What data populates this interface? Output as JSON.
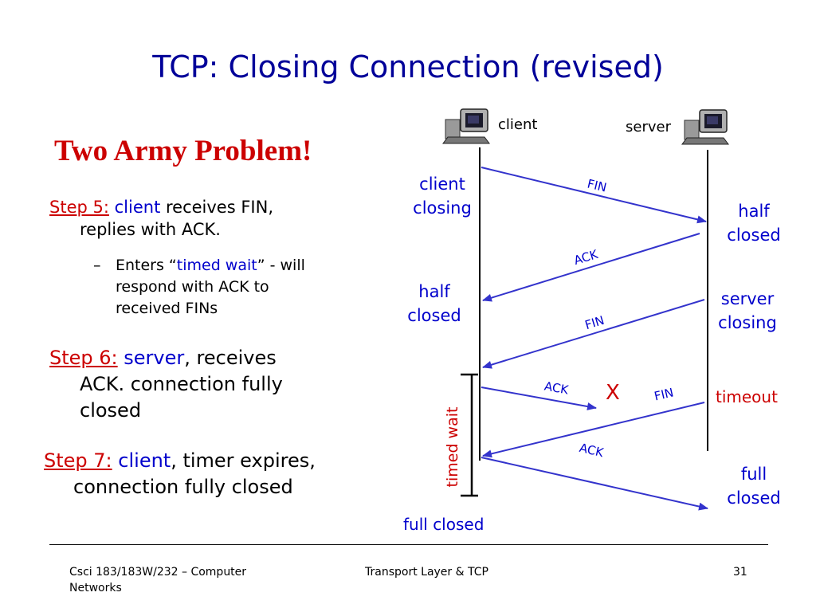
{
  "slide": {
    "title": "TCP: Closing Connection (revised)",
    "subtitle": "Two Army Problem!"
  },
  "steps": {
    "step5": {
      "label": "Step 5:",
      "who": "client",
      "rest_line1": " receives FIN,",
      "rest_line2": "replies with ACK.",
      "sub_prefix": "Enters “",
      "sub_highlight": "timed wait",
      "sub_suffix": "” - will",
      "sub_line2": "respond with ACK to",
      "sub_line3": "received FINs"
    },
    "step6": {
      "label": "Step 6:",
      "who": "server",
      "rest_line1": ", receives",
      "rest_line2": "ACK. connection fully",
      "rest_line3": "closed"
    },
    "step7": {
      "label": "Step 7:",
      "who": "client",
      "rest_line1": ", timer expires,",
      "rest_line2": "connection fully closed"
    }
  },
  "diagram": {
    "client_label": "client",
    "server_label": "server",
    "client_closing": [
      "client",
      "closing"
    ],
    "half_closed_right": [
      "half",
      "closed"
    ],
    "half_closed_left": [
      "half",
      "closed"
    ],
    "server_closing": [
      "server",
      "closing"
    ],
    "timeout": "timeout",
    "full_closed_right": [
      "full",
      "closed"
    ],
    "full_closed_bottom": "full closed",
    "timed_wait": "timed wait",
    "lost_mark": "X",
    "messages": {
      "fin1": "FIN",
      "ack1": "ACK",
      "fin2": "FIN",
      "ack2": "ACK",
      "fin3": "FIN",
      "ack3": "ACK"
    },
    "colors": {
      "arrow": "#3333cc",
      "line": "#000000",
      "lost": "#cc0000"
    }
  },
  "footer": {
    "course_line1": "Csci 183/183W/232 – Computer",
    "course_line2": "Networks",
    "topic": "Transport Layer &  TCP",
    "page": "31"
  }
}
